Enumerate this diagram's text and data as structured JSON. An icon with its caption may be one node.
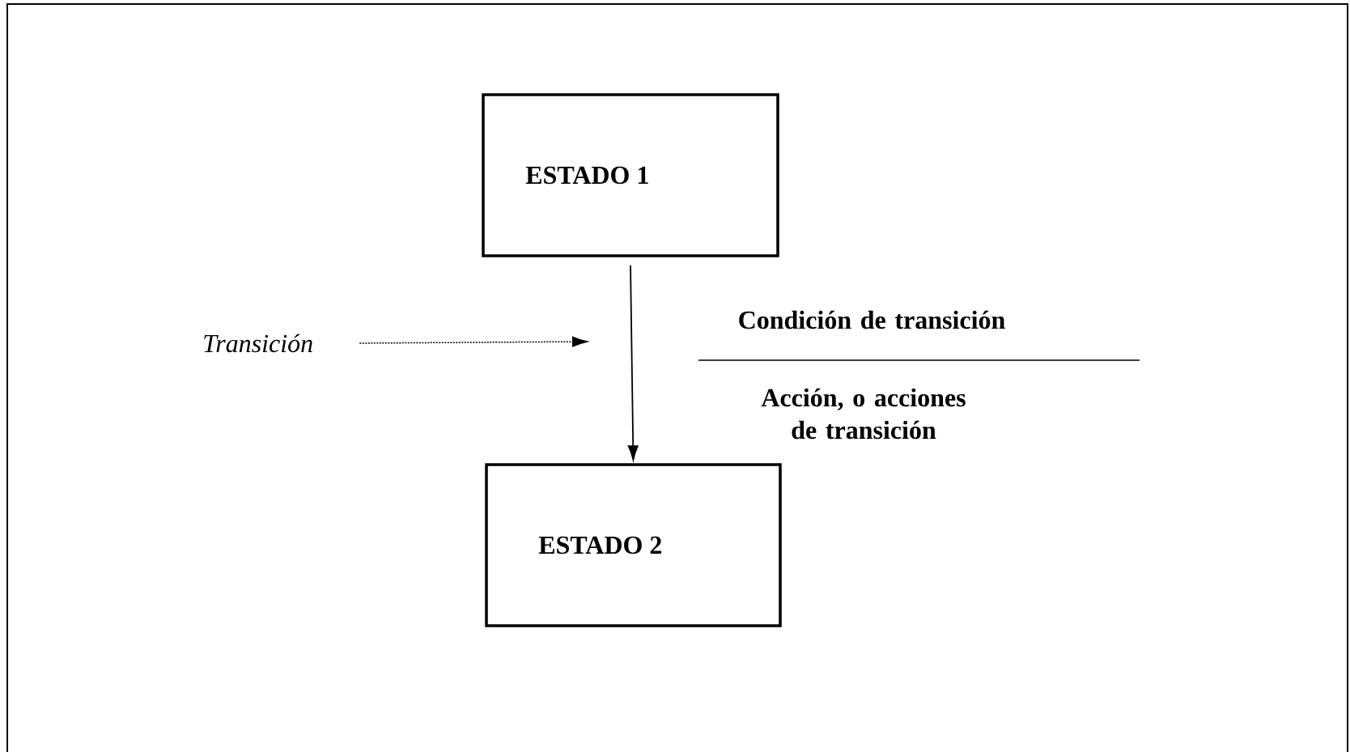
{
  "diagram": {
    "nodes": [
      {
        "text": [
          "ESTADO 1"
        ]
      },
      {
        "text": [
          "ESTADO 2"
        ]
      },
      {
        "text": [
          "Transición"
        ]
      }
    ],
    "edges": [
      {
        "from": 0,
        "to": 1,
        "arrow": "to"
      },
      {
        "from": 2,
        "to": null,
        "arrow": "to",
        "style": "dashed"
      }
    ],
    "labels": [
      "Condición de transición",
      "Acción, o acciones de transición"
    ]
  }
}
